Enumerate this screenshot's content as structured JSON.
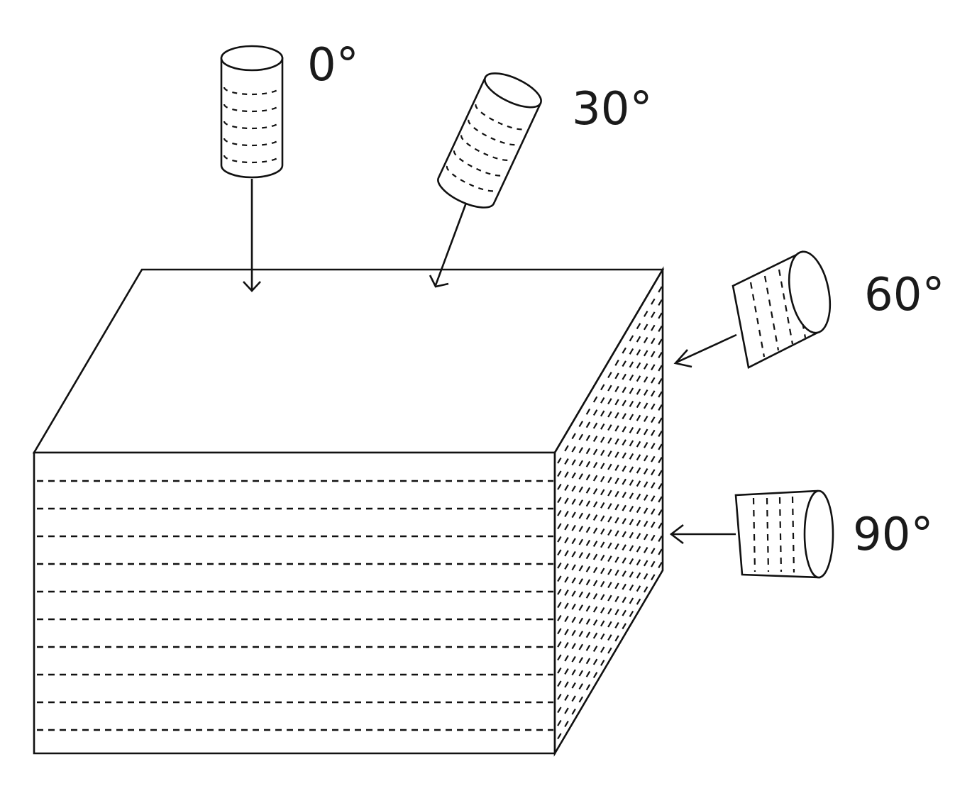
{
  "labels": {
    "angle_0": "0°",
    "angle_30": "30°",
    "angle_60": "60°",
    "angle_90": "90°"
  },
  "colors": {
    "line": "#111111",
    "background": "#ffffff"
  }
}
